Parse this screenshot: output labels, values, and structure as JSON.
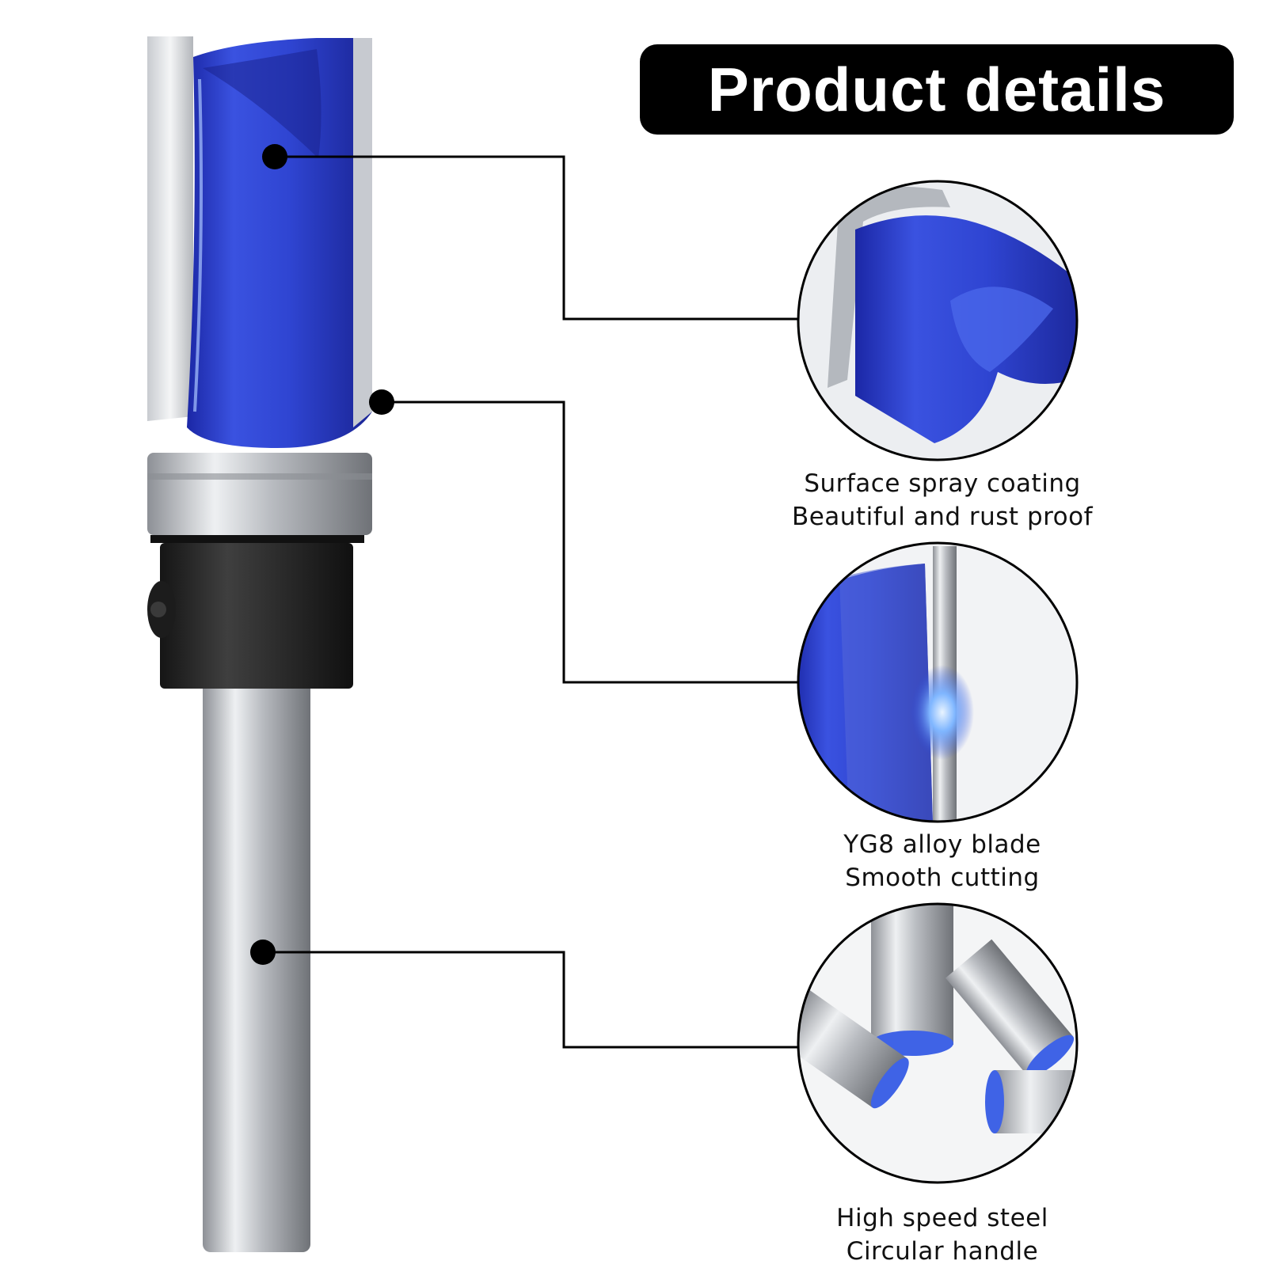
{
  "header": {
    "title": "Product details"
  },
  "features": [
    {
      "line1": "Surface spray coating",
      "line2": "Beautiful and rust proof",
      "detail_image": "blue-coated-cutter-closeup"
    },
    {
      "line1": "YG8 alloy blade",
      "line2": "Smooth cutting",
      "detail_image": "carbide-blade-edge-closeup"
    },
    {
      "line1": "High speed steel",
      "line2": "Circular handle",
      "detail_image": "steel-shank-ends-closeup"
    }
  ],
  "product": {
    "name": "router-bit-with-bearing",
    "colors": {
      "coating": "#2d3ec9",
      "steel": "#c9ccd1",
      "collar": "#2a2a2a",
      "carbide": "#e6e8eb"
    }
  }
}
